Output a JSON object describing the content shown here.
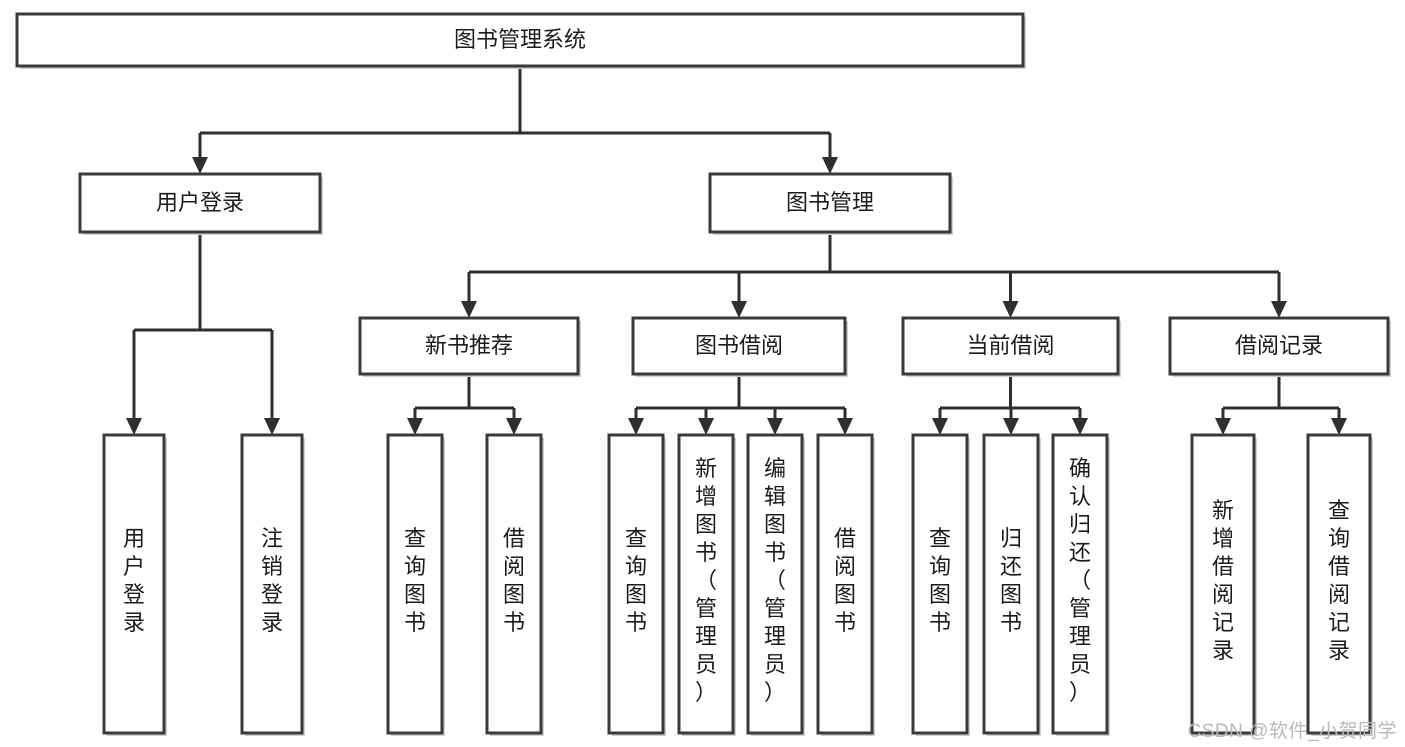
{
  "diagram": {
    "title": "图书管理系统",
    "type": "hierarchy-tree",
    "watermark": "CSDN @软件_小贺同学",
    "colors": {
      "box_fill": "#ffffff",
      "box_stroke": "#3a3a3a",
      "line": "#2f2f2f",
      "text": "#1b1b1b",
      "watermark": "#b9b9b9"
    },
    "nodes": {
      "root": {
        "label": "图书管理系统",
        "orientation": "horizontal"
      },
      "level2": [
        {
          "label": "用户登录",
          "orientation": "horizontal"
        },
        {
          "label": "图书管理",
          "orientation": "horizontal"
        }
      ],
      "level3": [
        {
          "label": "新书推荐",
          "orientation": "horizontal"
        },
        {
          "label": "图书借阅",
          "orientation": "horizontal"
        },
        {
          "label": "当前借阅",
          "orientation": "horizontal"
        },
        {
          "label": "借阅记录",
          "orientation": "horizontal"
        }
      ],
      "leaves_user_login": [
        {
          "label": "用户登录",
          "orientation": "vertical"
        },
        {
          "label": "注销登录",
          "orientation": "vertical"
        }
      ],
      "leaves_new_book": [
        {
          "label": "查询图书",
          "orientation": "vertical"
        },
        {
          "label": "借阅图书",
          "orientation": "vertical"
        }
      ],
      "leaves_borrow": [
        {
          "label": "查询图书",
          "orientation": "vertical"
        },
        {
          "label": "新增图书（管理员）",
          "orientation": "vertical"
        },
        {
          "label": "编辑图书（管理员）",
          "orientation": "vertical"
        },
        {
          "label": "借阅图书",
          "orientation": "vertical"
        }
      ],
      "leaves_current": [
        {
          "label": "查询图书",
          "orientation": "vertical"
        },
        {
          "label": "归还图书",
          "orientation": "vertical"
        },
        {
          "label": "确认归还（管理员）",
          "orientation": "vertical"
        }
      ],
      "leaves_records": [
        {
          "label": "新增借阅记录",
          "orientation": "vertical"
        },
        {
          "label": "查询借阅记录",
          "orientation": "vertical"
        }
      ]
    }
  }
}
